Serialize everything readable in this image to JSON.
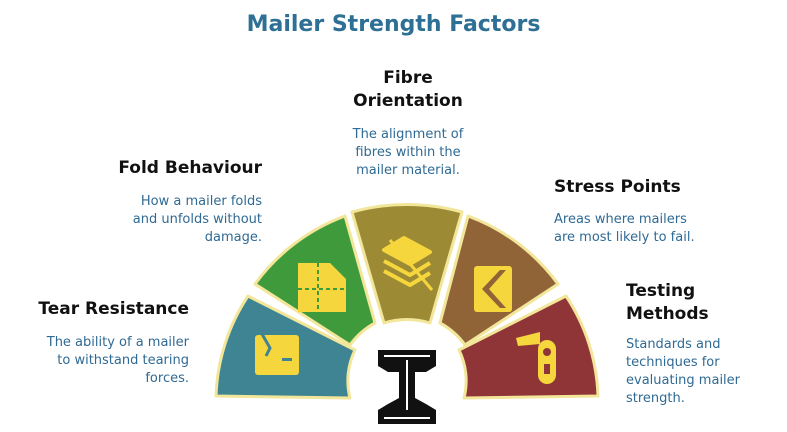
{
  "title": "Mailer Strength Factors",
  "factors": [
    {
      "title": "Tear Resistance",
      "description": [
        "The ability of a mailer",
        "to withstand tearing",
        "forces."
      ],
      "color": "#3f8493",
      "icon": "damaged-box-icon"
    },
    {
      "title": "Fold Behaviour",
      "description": [
        "How a mailer folds",
        "and unfolds without",
        "damage."
      ],
      "color": "#3f9a3c",
      "icon": "folded-paper-icon"
    },
    {
      "title": [
        "Fibre",
        "Orientation"
      ],
      "description": [
        "The alignment of",
        "fibres within the",
        "mailer material."
      ],
      "color": "#9d8a35",
      "icon": "layered-sheets-icon"
    },
    {
      "title": "Stress Points",
      "description": [
        "Areas where mailers",
        "are most likely to fail."
      ],
      "color": "#916437",
      "icon": "arrow-chevron-icon"
    },
    {
      "title": [
        "Testing",
        "Methods"
      ],
      "description": [
        "Standards and",
        "techniques for",
        "evaluating mailer",
        "strength."
      ],
      "color": "#8f3538",
      "icon": "tester-device-icon"
    }
  ],
  "colors": {
    "title": "#2e6f95",
    "description": "#2f6a94",
    "border": "#f2e69a",
    "icon": "#f5d63c"
  },
  "center_icon": "i-beam-icon"
}
